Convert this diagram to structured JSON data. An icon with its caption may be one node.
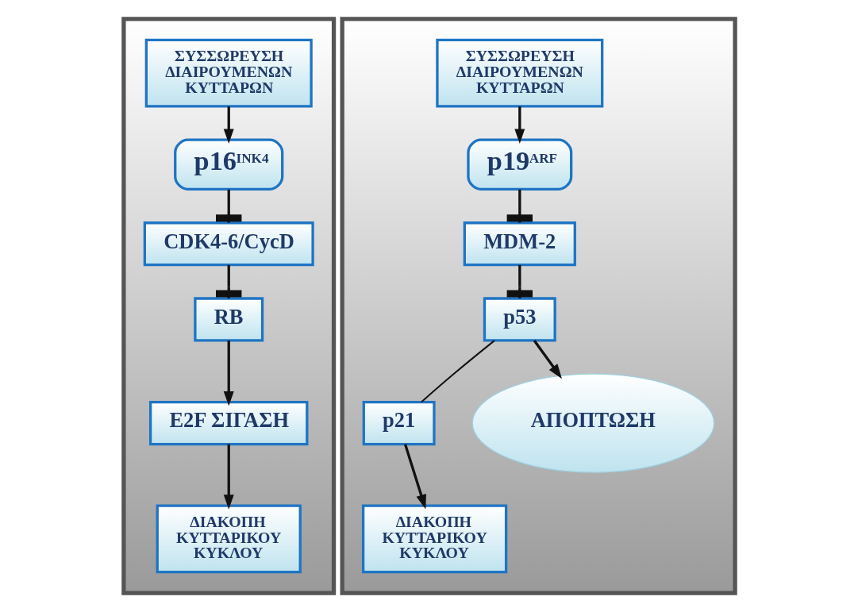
{
  "diagram": {
    "nodes": [
      {
        "text": [],
        "shape": "box"
      },
      {
        "text": [
          "ΣΥΣΣΩΡΕΥΣΗ ΔΙΑΙΡΟΥΜΕΝΩΝ ΚΥΤΤΑΡΩΝ"
        ],
        "in": 0
      },
      {
        "text": [
          "p16$^{INK4}$"
        ],
        "in": 0
      },
      {
        "text": [
          "CDK4-6/CycD"
        ],
        "in": 0
      },
      {
        "text": [
          "RB"
        ],
        "in": 0
      },
      {
        "text": [
          "E2F ΣΙΓΑΣΗ"
        ],
        "in": 0
      },
      {
        "text": [
          "ΔΙΑΚΟΠΗ ΚΥΤΤΑΡΙΚΟΥ ΚΥΚΛΟΥ"
        ],
        "in": 0
      },
      {
        "text": [],
        "shape": "box"
      },
      {
        "text": [
          "ΣΥΣΣΩΡΕΥΣΗ ΔΙΑΙΡΟΥΜΕΝΩΝ ΚΥΤΤΑΡΩΝ"
        ],
        "in": 7
      },
      {
        "text": [
          "p19$^{ARF}$"
        ],
        "in": 7
      },
      {
        "text": [
          "MDM-2"
        ],
        "in": 7
      },
      {
        "text": [
          "p53"
        ],
        "in": 7
      },
      {
        "text": [
          "p21"
        ],
        "in": 7
      },
      {
        "text": [
          "ΑΠΟΠΤΩΣΗ"
        ],
        "in": 7
      },
      {
        "text": [
          "ΔΙΑΚΟΠΗ ΚΥΤΤΑΡΙΚΟΥ ΚΥΚΛΟΥ"
        ],
        "in": 7
      }
    ],
    "edges": [
      {
        "from": 1,
        "to": 2,
        "arrow": "to"
      },
      {
        "from": 2,
        "to": 3,
        "arrow": "other"
      },
      {
        "from": 3,
        "to": 4,
        "arrow": "other"
      },
      {
        "from": 4,
        "to": 5,
        "arrow": "to"
      },
      {
        "from": 5,
        "to": 6,
        "arrow": "to"
      },
      {
        "from": 8,
        "to": 9,
        "arrow": "to"
      },
      {
        "from": 9,
        "to": 10,
        "arrow": "other"
      },
      {
        "from": 10,
        "to": 11,
        "arrow": "other"
      },
      {
        "from": 11,
        "to": 12,
        "arrow": "none"
      },
      {
        "from": 11,
        "to": 13,
        "arrow": "to"
      },
      {
        "from": 12,
        "to": 14,
        "arrow": "to"
      }
    ]
  }
}
